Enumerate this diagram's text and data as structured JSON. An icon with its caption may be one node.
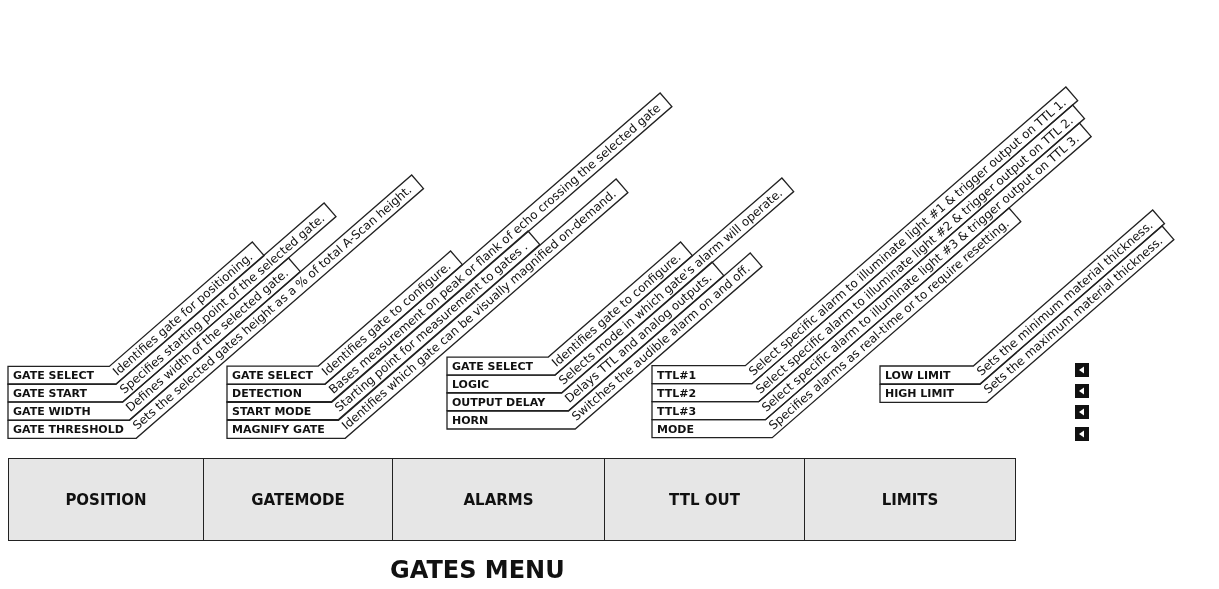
{
  "diagram": {
    "title": "GATES MENU",
    "nodes": [
      {
        "text": [
          "GATE SELECT",
          "Identifies gate for positioning."
        ]
      },
      {
        "text": [
          "GATE START",
          "Specifies starting point of the selected gate."
        ]
      },
      {
        "text": [
          "GATE WIDTH",
          "Defines width of the selected gate."
        ]
      },
      {
        "text": [
          "GATE THRESHOLD",
          "Sets the selected gates height as a % of total A-Scan height."
        ]
      },
      {
        "text": [
          "GATE SELECT",
          "Identifies gate to configure."
        ]
      },
      {
        "text": [
          "DETECTION",
          "Bases measurement on peak or flank of echo crossing the selected gate"
        ]
      },
      {
        "text": [
          "START MODE",
          "Starting point for measurement to gates ."
        ]
      },
      {
        "text": [
          "MAGNIFY GATE",
          "Identifies which gate can be visually magnified on-demand."
        ]
      },
      {
        "text": [
          "GATE SELECT",
          "Identifies gate to configure."
        ]
      },
      {
        "text": [
          "LOGIC",
          "Selects mode in which gate's alarm will operate."
        ]
      },
      {
        "text": [
          "OUTPUT DELAY",
          "Delays TTL and analog outputs."
        ]
      },
      {
        "text": [
          "HORN",
          "Switches the audible alarm on and off."
        ]
      },
      {
        "text": [
          "TTL#1",
          "Select specific alarm to illuminate light #1 & trigger output on TTL 1."
        ]
      },
      {
        "text": [
          "TTL#2",
          "Select specific alarm to illuminate light #2 & trigger output on TTL 2."
        ]
      },
      {
        "text": [
          "TTL#3",
          "Select specific alarm to illuminate light #3 & trigger output on TTL 3."
        ]
      },
      {
        "text": [
          "MODE",
          "Specifies alarms as real-time or to require resetting."
        ]
      },
      {
        "text": [
          "LOW LIMIT",
          "Sets the minimum material thickness."
        ]
      },
      {
        "text": [
          "HIGH LIMIT",
          "Sets the maximum material thickness."
        ]
      },
      {
        "text": [
          "POSITION"
        ]
      },
      {
        "text": [
          "GATEMODE"
        ]
      },
      {
        "text": [
          "ALARMS"
        ]
      },
      {
        "text": [
          "TTL OUT"
        ]
      },
      {
        "text": [
          "LIMITS"
        ]
      }
    ]
  }
}
